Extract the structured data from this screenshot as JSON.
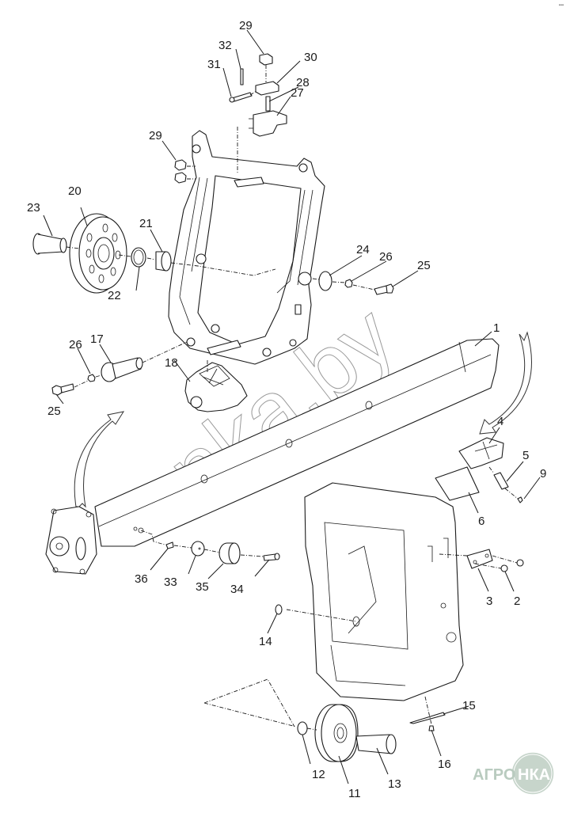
{
  "diagram": {
    "type": "exploded parts view",
    "subject": "frame assembly with beam, housing and fan wheel",
    "callouts": [
      {
        "id": "1",
        "label": "1",
        "part": "beam"
      },
      {
        "id": "2",
        "label": "2",
        "part": "screw"
      },
      {
        "id": "3",
        "label": "3",
        "part": "bracket plate"
      },
      {
        "id": "4",
        "label": "4",
        "part": "end cap"
      },
      {
        "id": "5",
        "label": "5",
        "part": "pin"
      },
      {
        "id": "6",
        "label": "6",
        "part": "plate"
      },
      {
        "id": "9",
        "label": "9",
        "part": "nut"
      },
      {
        "id": "11",
        "label": "11",
        "part": "pulley disc"
      },
      {
        "id": "12",
        "label": "12",
        "part": "ring"
      },
      {
        "id": "13",
        "label": "13",
        "part": "shaft"
      },
      {
        "id": "14",
        "label": "14",
        "part": "ring"
      },
      {
        "id": "15",
        "label": "15",
        "part": "blade"
      },
      {
        "id": "16",
        "label": "16",
        "part": "rivet"
      },
      {
        "id": "17",
        "label": "17",
        "part": "axle"
      },
      {
        "id": "18",
        "label": "18",
        "part": "mount block"
      },
      {
        "id": "20",
        "label": "20",
        "part": "wheel"
      },
      {
        "id": "21",
        "label": "21",
        "part": "bushing"
      },
      {
        "id": "22",
        "label": "22",
        "part": "ring"
      },
      {
        "id": "23",
        "label": "23",
        "part": "hub shaft"
      },
      {
        "id": "24",
        "label": "24",
        "part": "washer plate"
      },
      {
        "id": "25a",
        "label": "25",
        "part": "bolt"
      },
      {
        "id": "25b",
        "label": "25",
        "part": "bolt"
      },
      {
        "id": "26a",
        "label": "26",
        "part": "nut"
      },
      {
        "id": "26b",
        "label": "26",
        "part": "nut"
      },
      {
        "id": "27",
        "label": "27",
        "part": "block"
      },
      {
        "id": "28",
        "label": "28",
        "part": "stud"
      },
      {
        "id": "29a",
        "label": "29",
        "part": "nut"
      },
      {
        "id": "29b",
        "label": "29",
        "part": "nuts"
      },
      {
        "id": "30",
        "label": "30",
        "part": "clamp"
      },
      {
        "id": "31",
        "label": "31",
        "part": "pin"
      },
      {
        "id": "32",
        "label": "32",
        "part": "cotter pin"
      },
      {
        "id": "33",
        "label": "33",
        "part": "disc"
      },
      {
        "id": "34",
        "label": "34",
        "part": "bolt"
      },
      {
        "id": "35",
        "label": "35",
        "part": "roller"
      },
      {
        "id": "36",
        "label": "36",
        "part": "rivet"
      }
    ]
  },
  "watermark": {
    "text": "nka.by"
  },
  "logo": {
    "left_text": "АГРО",
    "right_text": "НКА",
    "color": "#b9cbbf"
  },
  "corner_mark": "▪▪▪"
}
